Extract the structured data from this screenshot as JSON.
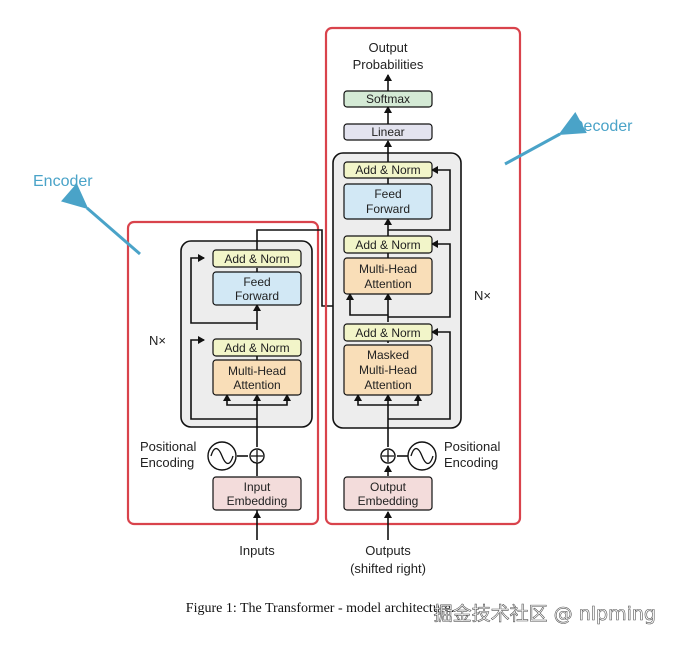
{
  "annotations": {
    "encoder": "Encoder",
    "decoder": "Decoder"
  },
  "encoder": {
    "add_norm_top": "Add & Norm",
    "feed_forward": [
      "Feed",
      "Forward"
    ],
    "add_norm_bottom": "Add & Norm",
    "attention": [
      "Multi-Head",
      "Attention"
    ],
    "repeat": "N×",
    "positional_encoding": [
      "Positional",
      "Encoding"
    ],
    "embedding": [
      "Input",
      "Embedding"
    ],
    "inputs": "Inputs"
  },
  "decoder": {
    "output_probabilities": [
      "Output",
      "Probabilities"
    ],
    "softmax": "Softmax",
    "linear": "Linear",
    "add_norm_top": "Add & Norm",
    "feed_forward": [
      "Feed",
      "Forward"
    ],
    "add_norm_middle": "Add & Norm",
    "attention": [
      "Multi-Head",
      "Attention"
    ],
    "add_norm_bottom": "Add & Norm",
    "masked_attention": [
      "Masked",
      "Multi-Head",
      "Attention"
    ],
    "repeat": "N×",
    "positional_encoding": [
      "Positional",
      "Encoding"
    ],
    "embedding": [
      "Output",
      "Embedding"
    ],
    "outputs": [
      "Outputs",
      "(shifted right)"
    ]
  },
  "caption": "Figure 1: The Transformer - model architecture.",
  "watermark": "掘金技术社区 @ nlpming",
  "colors": {
    "highlight_border": "#d9434c",
    "annotation": "#4aa3c8",
    "add_norm": "#f2f5c9",
    "feed_forward": "#d2e8f5",
    "attention": "#f9deb8",
    "embedding": "#f3dcdb",
    "softmax": "#d4ead5",
    "linear": "#e3e3ef",
    "stack_background": "#ededed"
  }
}
